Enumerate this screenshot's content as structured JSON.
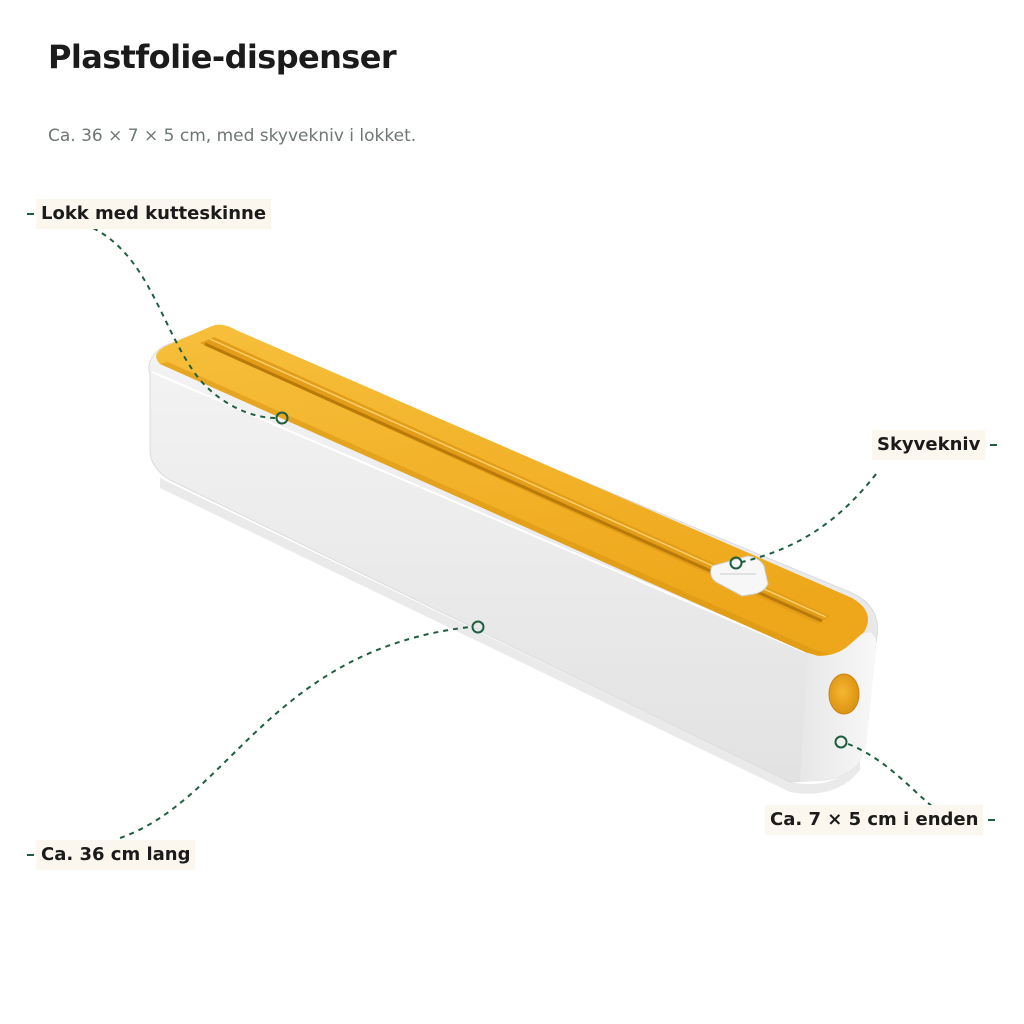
{
  "title": "Plastfolie-dispenser",
  "subtitle": "Ca. 36 × 7 × 5 cm, med skyvekniv i lokket.",
  "colors": {
    "lid_orange": "#f2ad1f",
    "body_white": "#ececec",
    "leader_line_green": "#1f5e3e",
    "callout_background": "#fbf6ee"
  },
  "callouts": {
    "lid": "Lokk med kutteskinne",
    "knife": "Skyvekniv",
    "end": "Ca. 7 × 5 cm i enden",
    "length": "Ca. 36 cm lang"
  }
}
